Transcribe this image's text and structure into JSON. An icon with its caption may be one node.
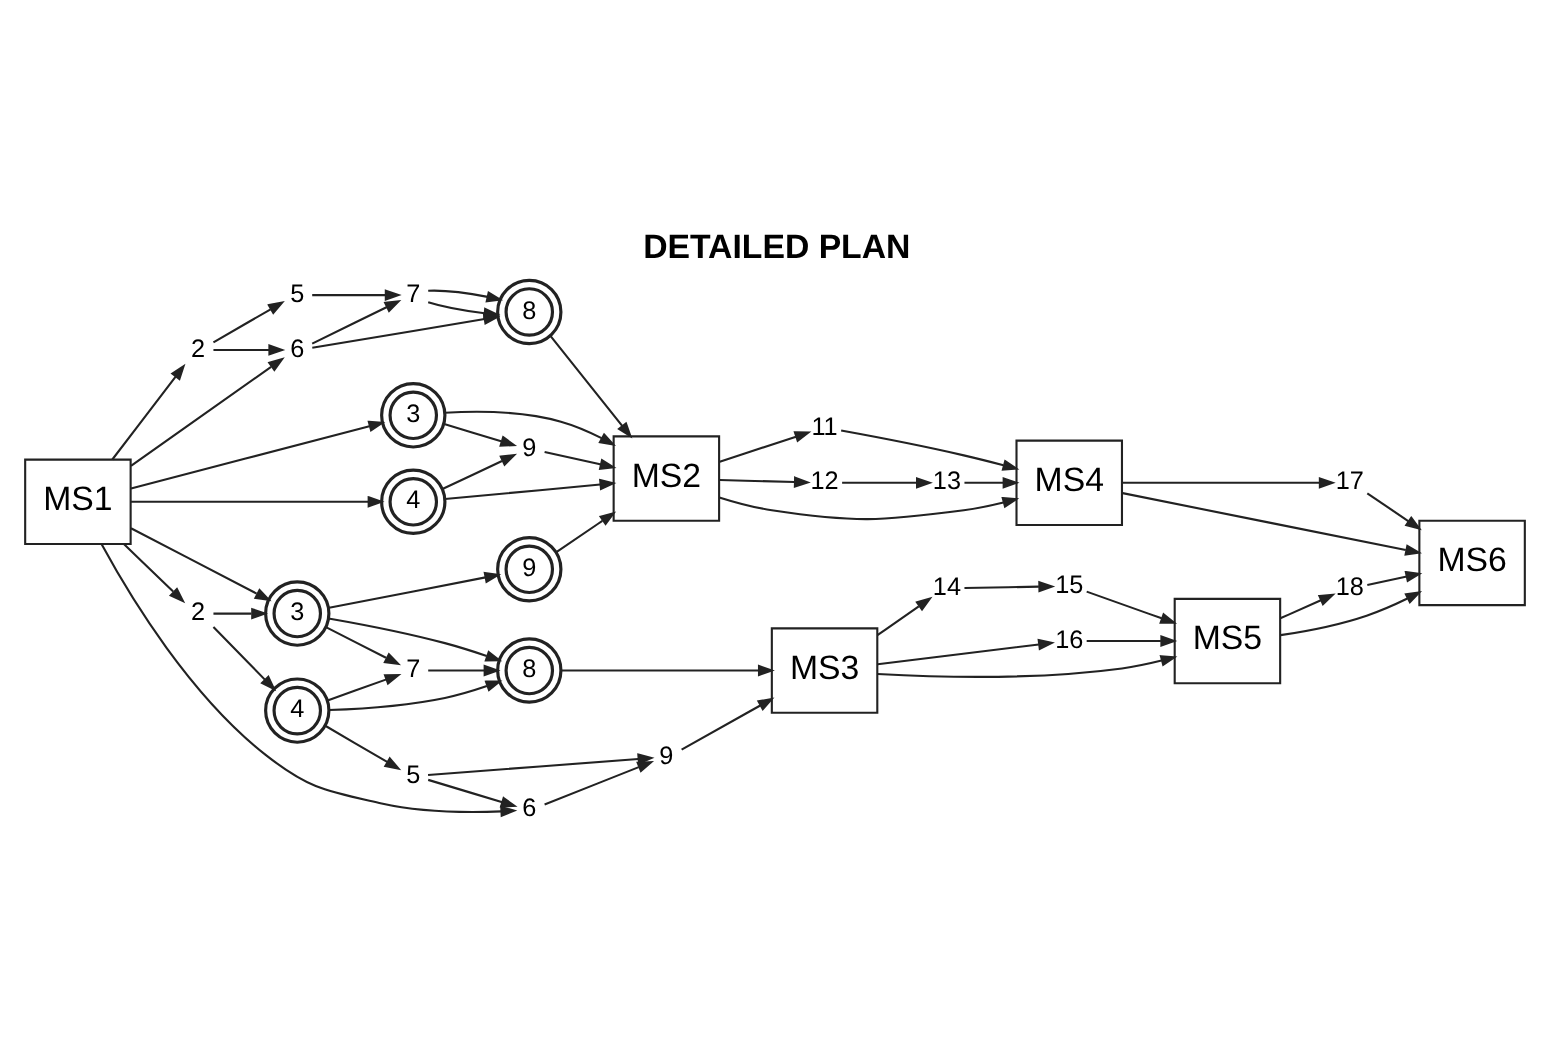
{
  "diagram": {
    "title": "DETAILED PLAN",
    "nodes": [
      {
        "text": [
          "MS1"
        ]
      },
      {
        "text": [
          "2"
        ]
      },
      {
        "text": [
          "5"
        ]
      },
      {
        "text": [
          "6"
        ]
      },
      {
        "text": [
          "7"
        ]
      },
      {
        "text": [
          "8"
        ]
      },
      {
        "text": [
          "3"
        ]
      },
      {
        "text": [
          "9"
        ]
      },
      {
        "text": [
          "4"
        ]
      },
      {
        "text": [
          "MS2"
        ]
      },
      {
        "text": [
          "9"
        ]
      },
      {
        "text": [
          "2"
        ]
      },
      {
        "text": [
          "3"
        ]
      },
      {
        "text": [
          "4"
        ]
      },
      {
        "text": [
          "7"
        ]
      },
      {
        "text": [
          "8"
        ]
      },
      {
        "text": [
          "5"
        ]
      },
      {
        "text": [
          "6"
        ]
      },
      {
        "text": [
          "9"
        ]
      },
      {
        "text": [
          "MS3"
        ]
      },
      {
        "text": [
          "11"
        ]
      },
      {
        "text": [
          "12"
        ]
      },
      {
        "text": [
          "13"
        ]
      },
      {
        "text": [
          "MS4"
        ]
      },
      {
        "text": [
          "14"
        ]
      },
      {
        "text": [
          "15"
        ]
      },
      {
        "text": [
          "16"
        ]
      },
      {
        "text": [
          "MS5"
        ]
      },
      {
        "text": [
          "17"
        ]
      },
      {
        "text": [
          "18"
        ]
      },
      {
        "text": [
          "MS6"
        ]
      }
    ],
    "edges": [
      {
        "from": 0,
        "to": 1,
        "arrow": "to"
      },
      {
        "from": 1,
        "to": 2,
        "arrow": "to"
      },
      {
        "from": 1,
        "to": 3,
        "arrow": "to"
      },
      {
        "from": 2,
        "to": 4,
        "arrow": "to"
      },
      {
        "from": 3,
        "to": 4,
        "arrow": "to"
      },
      {
        "from": 4,
        "to": 5,
        "arrow": "to"
      },
      {
        "from": 4,
        "to": 5,
        "arrow": "to"
      },
      {
        "from": 3,
        "to": 5,
        "arrow": "to"
      },
      {
        "from": 0,
        "to": 3,
        "arrow": "to"
      },
      {
        "from": 0,
        "to": 6,
        "arrow": "to"
      },
      {
        "from": 0,
        "to": 8,
        "arrow": "to"
      },
      {
        "from": 6,
        "to": 9,
        "arrow": "to"
      },
      {
        "from": 6,
        "to": 7,
        "arrow": "to"
      },
      {
        "from": 8,
        "to": 7,
        "arrow": "to"
      },
      {
        "from": 8,
        "to": 9,
        "arrow": "to"
      },
      {
        "from": 7,
        "to": 9,
        "arrow": "to"
      },
      {
        "from": 5,
        "to": 9,
        "arrow": "to"
      },
      {
        "from": 10,
        "to": 9,
        "arrow": "to"
      },
      {
        "from": 0,
        "to": 12,
        "arrow": "to"
      },
      {
        "from": 0,
        "to": 11,
        "arrow": "to"
      },
      {
        "from": 0,
        "to": 17,
        "arrow": "to"
      },
      {
        "from": 11,
        "to": 12,
        "arrow": "to"
      },
      {
        "from": 11,
        "to": 13,
        "arrow": "to"
      },
      {
        "from": 12,
        "to": 10,
        "arrow": "to"
      },
      {
        "from": 12,
        "to": 15,
        "arrow": "to"
      },
      {
        "from": 12,
        "to": 14,
        "arrow": "to"
      },
      {
        "from": 13,
        "to": 14,
        "arrow": "to"
      },
      {
        "from": 13,
        "to": 15,
        "arrow": "to"
      },
      {
        "from": 14,
        "to": 15,
        "arrow": "to"
      },
      {
        "from": 15,
        "to": 19,
        "arrow": "to"
      },
      {
        "from": 13,
        "to": 16,
        "arrow": "to"
      },
      {
        "from": 16,
        "to": 17,
        "arrow": "to"
      },
      {
        "from": 16,
        "to": 18,
        "arrow": "to"
      },
      {
        "from": 17,
        "to": 18,
        "arrow": "to"
      },
      {
        "from": 18,
        "to": 19,
        "arrow": "to"
      },
      {
        "from": 9,
        "to": 20,
        "arrow": "to"
      },
      {
        "from": 20,
        "to": 23,
        "arrow": "to"
      },
      {
        "from": 9,
        "to": 23,
        "arrow": "to"
      },
      {
        "from": 9,
        "to": 21,
        "arrow": "to"
      },
      {
        "from": 21,
        "to": 22,
        "arrow": "to"
      },
      {
        "from": 22,
        "to": 23,
        "arrow": "to"
      },
      {
        "from": 19,
        "to": 24,
        "arrow": "to"
      },
      {
        "from": 24,
        "to": 25,
        "arrow": "to"
      },
      {
        "from": 25,
        "to": 27,
        "arrow": "to"
      },
      {
        "from": 19,
        "to": 27,
        "arrow": "to"
      },
      {
        "from": 19,
        "to": 26,
        "arrow": "to"
      },
      {
        "from": 26,
        "to": 27,
        "arrow": "to"
      },
      {
        "from": 23,
        "to": 28,
        "arrow": "to"
      },
      {
        "from": 28,
        "to": 30,
        "arrow": "to"
      },
      {
        "from": 23,
        "to": 30,
        "arrow": "to"
      },
      {
        "from": 27,
        "to": 30,
        "arrow": "to"
      },
      {
        "from": 27,
        "to": 29,
        "arrow": "to"
      },
      {
        "from": 29,
        "to": 30,
        "arrow": "to"
      }
    ]
  }
}
